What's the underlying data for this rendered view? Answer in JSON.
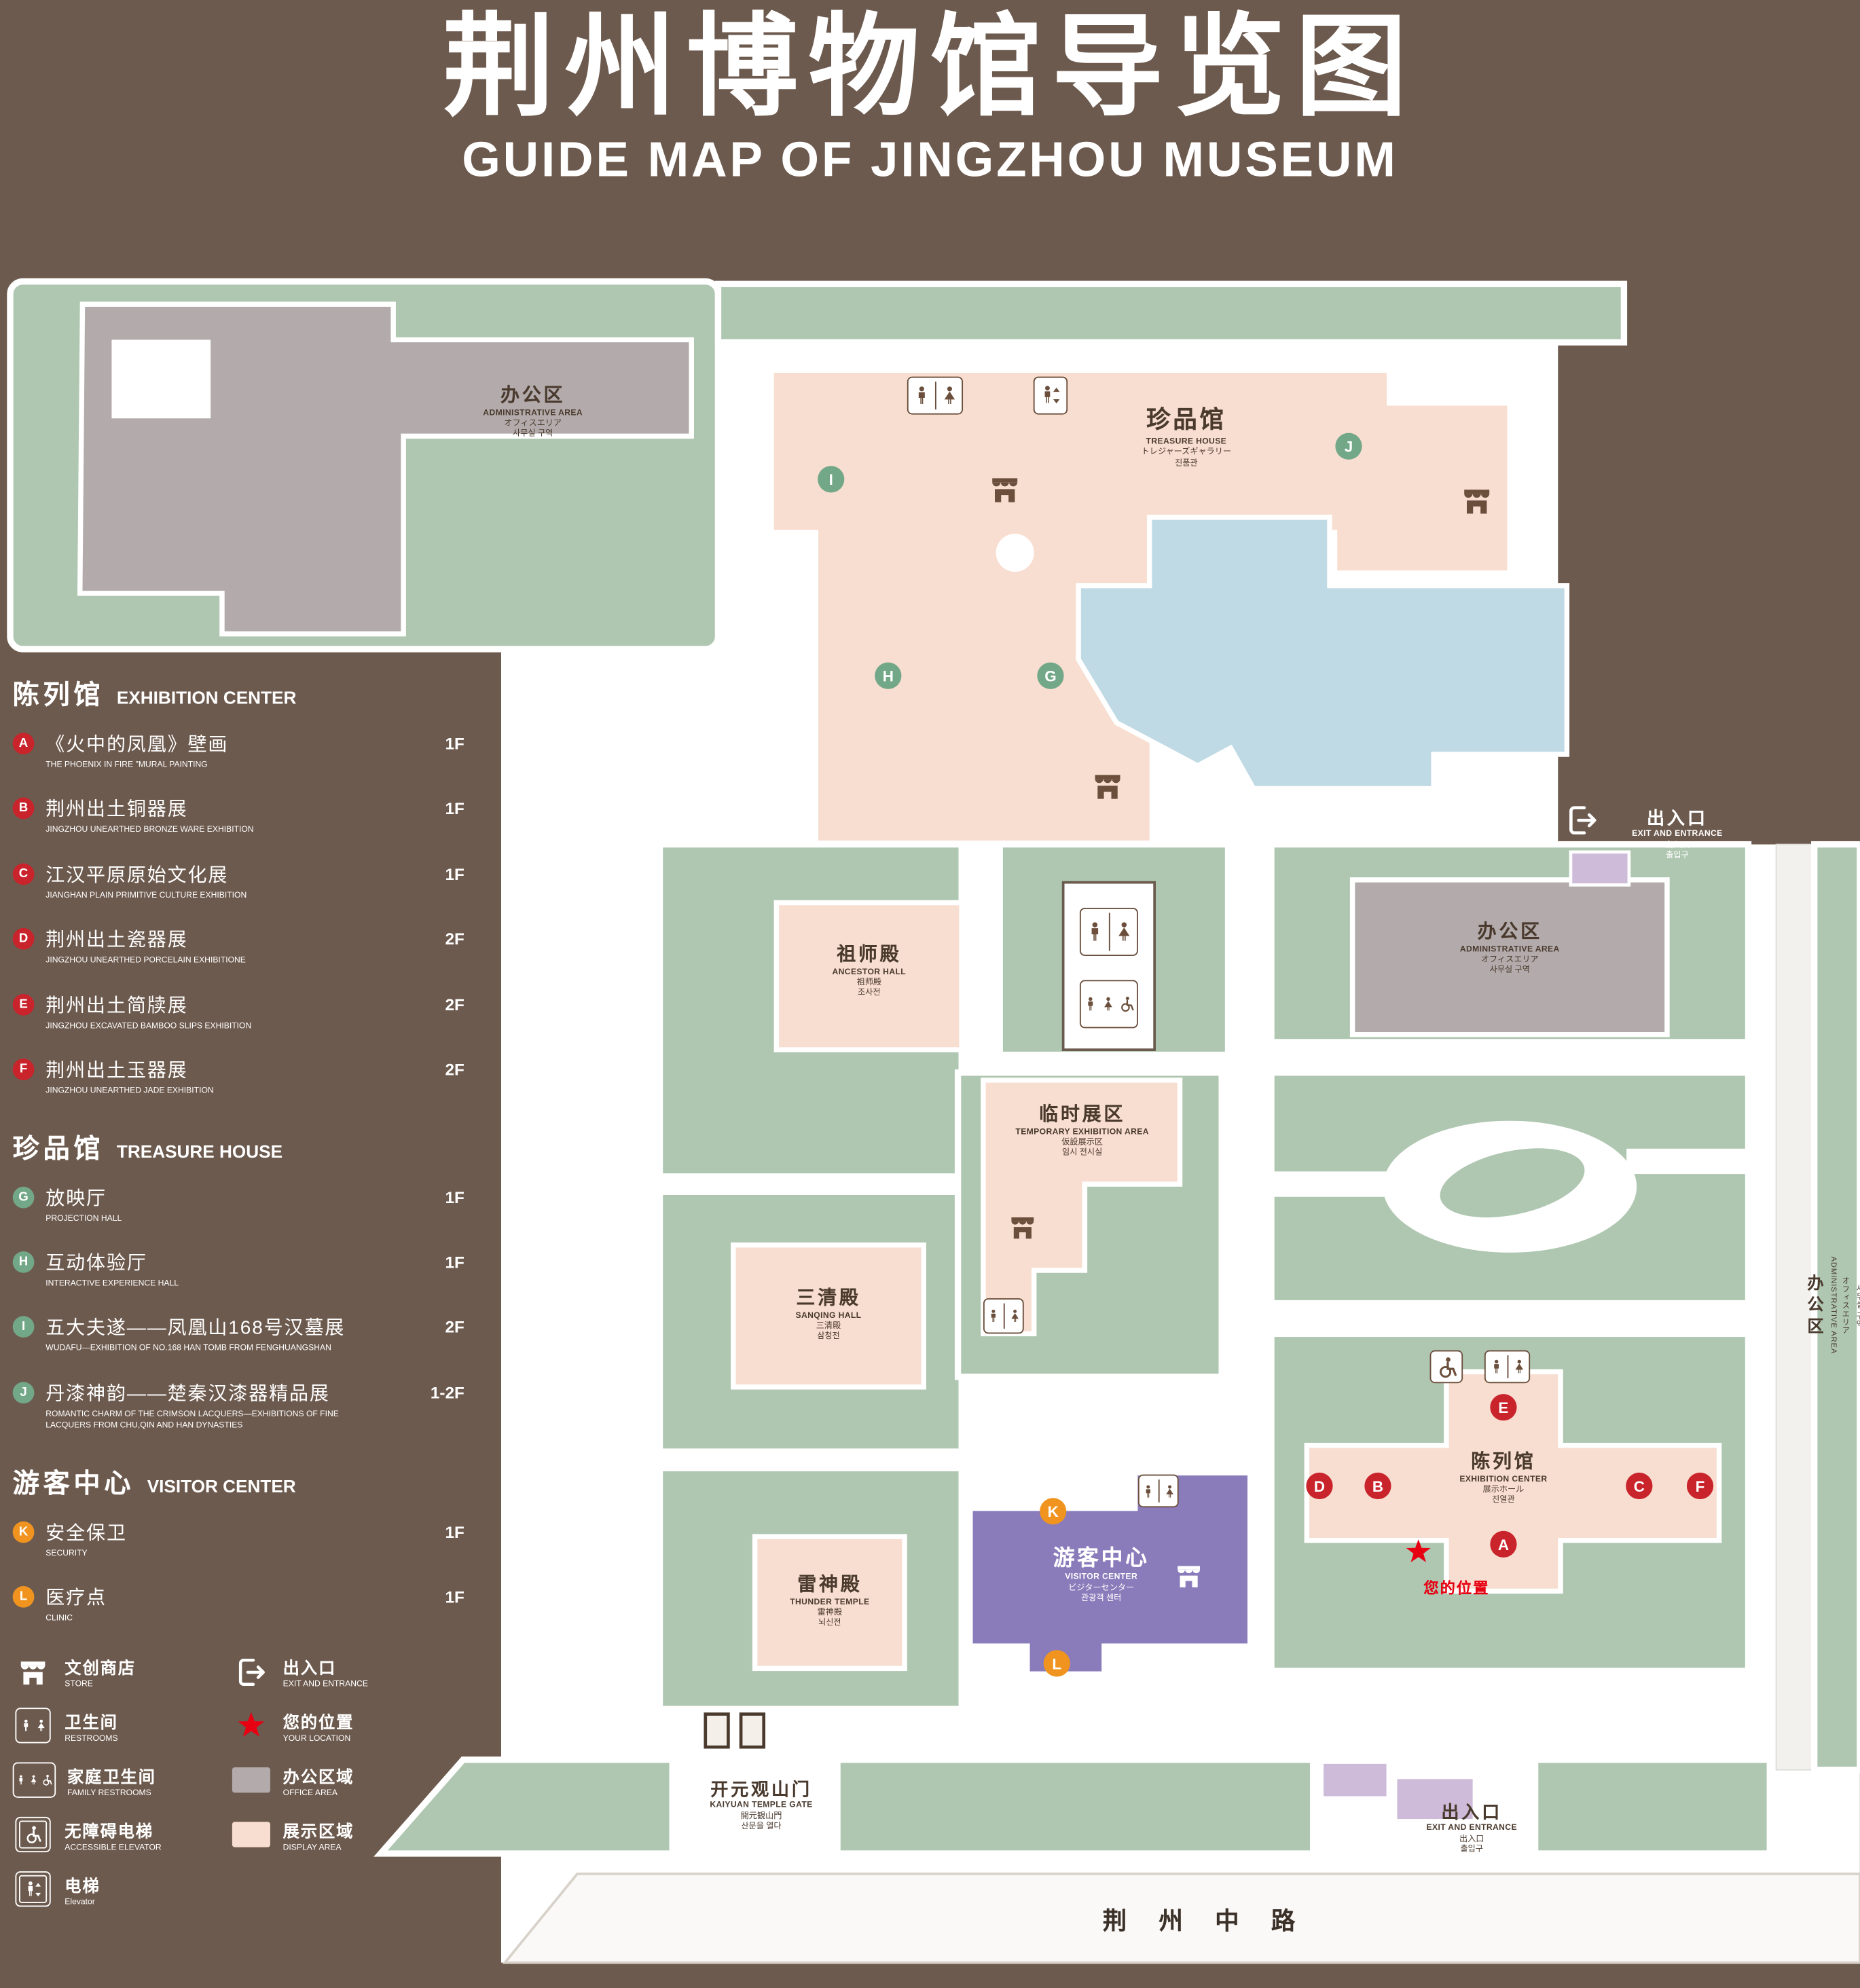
{
  "header": {
    "title": "荆州博物馆导览图",
    "subtitle": "GUIDE MAP OF JINGZHOU MUSEUM"
  },
  "colors": {
    "background": "#6d5a4e",
    "lawn_green": "#afc7b1",
    "display_area_pink": "#f8ded0",
    "office_area_gray": "#b3abab",
    "pond_blue": "#bfdae4",
    "visitor_center_purple": "#8a7cbb",
    "entrance_pad_purple": "#cdbbd9",
    "marker_red": "#c9232b",
    "marker_green": "#72a787",
    "marker_orange": "#f0941f",
    "icon_brown": "#6b4f3c",
    "your_location_red": "#e60012"
  },
  "legend": {
    "sections": [
      {
        "title_zh": "陈列馆",
        "title_en": "EXHIBITION CENTER",
        "items": [
          {
            "key": "A",
            "zh": "《火中的凤凰》壁画",
            "en": "THE PHOENIX IN FIRE \"MURAL PAINTING",
            "floor": "1F"
          },
          {
            "key": "B",
            "zh": "荆州出土铜器展",
            "en": "JINGZHOU UNEARTHED BRONZE WARE EXHIBITION",
            "floor": "1F"
          },
          {
            "key": "C",
            "zh": "江汉平原原始文化展",
            "en": "JIANGHAN PLAIN PRIMITIVE CULTURE EXHIBITION",
            "floor": "1F"
          },
          {
            "key": "D",
            "zh": "荆州出土瓷器展",
            "en": "JINGZHOU UNEARTHED PORCELAIN EXHIBITIONE",
            "floor": "2F"
          },
          {
            "key": "E",
            "zh": "荆州出土简牍展",
            "en": "JINGZHOU EXCAVATED BAMBOO SLIPS EXHIBITION",
            "floor": "2F"
          },
          {
            "key": "F",
            "zh": "荆州出土玉器展",
            "en": "JINGZHOU UNEARTHED JADE EXHIBITION",
            "floor": "2F"
          }
        ]
      },
      {
        "title_zh": "珍品馆",
        "title_en": "TREASURE HOUSE",
        "items": [
          {
            "key": "G",
            "zh": "放映厅",
            "en": "PROJECTION HALL",
            "floor": "1F"
          },
          {
            "key": "H",
            "zh": "互动体验厅",
            "en": "INTERACTIVE EXPERIENCE HALL",
            "floor": "1F"
          },
          {
            "key": "I",
            "zh": "五大夫遂——凤凰山168号汉墓展",
            "en": "WUDAFU—EXHIBITION OF NO.168 HAN TOMB FROM FENGHUANGSHAN",
            "floor": "2F"
          },
          {
            "key": "J",
            "zh": "丹漆神韵——楚秦汉漆器精品展",
            "en": "ROMANTIC CHARM OF THE CRIMSON LACQUERS—EXHIBITIONS OF FINE LACQUERS FROM CHU,QIN AND HAN DYNASTIES",
            "floor": "1-2F"
          }
        ]
      },
      {
        "title_zh": "游客中心",
        "title_en": "VISITOR CENTER",
        "items": [
          {
            "key": "K",
            "zh": "安全保卫",
            "en": "SECURITY",
            "floor": "1F"
          },
          {
            "key": "L",
            "zh": "医疗点",
            "en": "CLINIC",
            "floor": "1F"
          }
        ]
      }
    ],
    "symbols": [
      {
        "icon": "store-icon",
        "zh": "文创商店",
        "en": "STORE"
      },
      {
        "icon": "exit-icon",
        "zh": "出入口",
        "en": "EXIT AND ENTRANCE"
      },
      {
        "icon": "restroom-icon",
        "zh": "卫生间",
        "en": "RESTROOMS"
      },
      {
        "icon": "your-location-star",
        "zh": "您的位置",
        "en": "YOUR LOCATION"
      },
      {
        "icon": "family-restroom-icon",
        "zh": "家庭卫生间",
        "en": "FAMILY RESTROOMS"
      },
      {
        "icon": "office-area-swatch",
        "zh": "办公区域",
        "en": "OFFICE AREA"
      },
      {
        "icon": "accessible-elevator-icon",
        "zh": "无障碍电梯",
        "en": "ACCESSIBLE ELEVATOR"
      },
      {
        "icon": "display-area-swatch",
        "zh": "展示区域",
        "en": "DISPLAY AREA"
      },
      {
        "icon": "elevator-icon",
        "zh": "电梯",
        "en": "Elevator"
      }
    ]
  },
  "map": {
    "buildings": {
      "admin_top_left": {
        "zh": "办公区",
        "en": "ADMINISTRATIVE AREA",
        "jp": "オフィスエリア",
        "kr": "사무실 구역"
      },
      "treasure_house": {
        "zh": "珍品馆",
        "en": "TREASURE HOUSE",
        "jp": "トレジャーズギャラリー",
        "kr": "진품관"
      },
      "admin_right": {
        "zh": "办公区",
        "en": "ADMINISTRATIVE AREA",
        "jp": "オフィスエリア",
        "kr": "사무실 구역"
      },
      "admin_far_right": {
        "zh": "办公区",
        "en": "ADMINISTRATIVE AREA",
        "jp": "オフィスエリア",
        "kr": "사무실 구역"
      },
      "ancestor_hall": {
        "zh": "祖师殿",
        "en": "ANCESTOR HALL",
        "jp": "祖师殿",
        "kr": "조사전"
      },
      "temporary_exhibition": {
        "zh": "临时展区",
        "en": "TEMPORARY EXHIBITION AREA",
        "jp": "仮設展示区",
        "kr": "임시 전시실"
      },
      "sanqing_hall": {
        "zh": "三清殿",
        "en": "SANQING HALL",
        "jp": "三清殿",
        "kr": "삼청전"
      },
      "thunder_temple": {
        "zh": "雷神殿",
        "en": "THUNDER TEMPLE",
        "jp": "雷神殿",
        "kr": "뇌신전"
      },
      "visitor_center": {
        "zh": "游客中心",
        "en": "VISITOR CENTER",
        "jp": "ビジターセンター",
        "kr": "관광객 센터"
      },
      "exhibition_center": {
        "zh": "陈列馆",
        "en": "EXHIBITION CENTER",
        "jp": "展示ホール",
        "kr": "진열관"
      },
      "kaiyuan_gate": {
        "zh": "开元观山门",
        "en": "KAIYUAN TEMPLE GATE",
        "jp": "開元観山門",
        "kr": "산문을 열다"
      },
      "exit_east": {
        "zh": "出入口",
        "en": "EXIT AND ENTRANCE",
        "jp": "出入口",
        "kr": "출입구"
      },
      "exit_south": {
        "zh": "出入口",
        "en": "EXIT AND ENTRANCE",
        "jp": "出入口",
        "kr": "출입구"
      },
      "your_location": "您的位置",
      "road": "荆 州 中 路"
    },
    "markers": {
      "A": "A",
      "B": "B",
      "C": "C",
      "D": "D",
      "E": "E",
      "F": "F",
      "G": "G",
      "H": "H",
      "I": "I",
      "J": "J",
      "K": "K",
      "L": "L"
    }
  }
}
